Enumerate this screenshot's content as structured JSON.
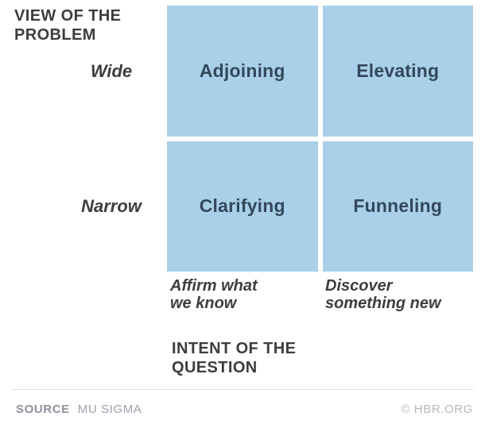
{
  "colors": {
    "quadrant_fill": "#a9d0e8",
    "quadrant_text": "#33485c",
    "heading_text": "#3d3d3d",
    "source_label": "#8d929c",
    "source_value": "#9aa0aa",
    "credit": "#b4b8be",
    "divider": "#e2e2e2",
    "bg": "#ffffff"
  },
  "y_axis": {
    "title": "VIEW OF THE\nPROBLEM",
    "labels": [
      "Wide",
      "Narrow"
    ]
  },
  "x_axis": {
    "title": "INTENT OF THE\nQUESTION",
    "labels": [
      "Affirm what\nwe know",
      "Discover\nsomething new"
    ]
  },
  "quadrants": [
    {
      "label": "Adjoining"
    },
    {
      "label": "Elevating"
    },
    {
      "label": "Clarifying"
    },
    {
      "label": "Funneling"
    }
  ],
  "footer": {
    "source_label": "SOURCE",
    "source_value": "MU SIGMA",
    "credit": "© HBR.ORG"
  }
}
